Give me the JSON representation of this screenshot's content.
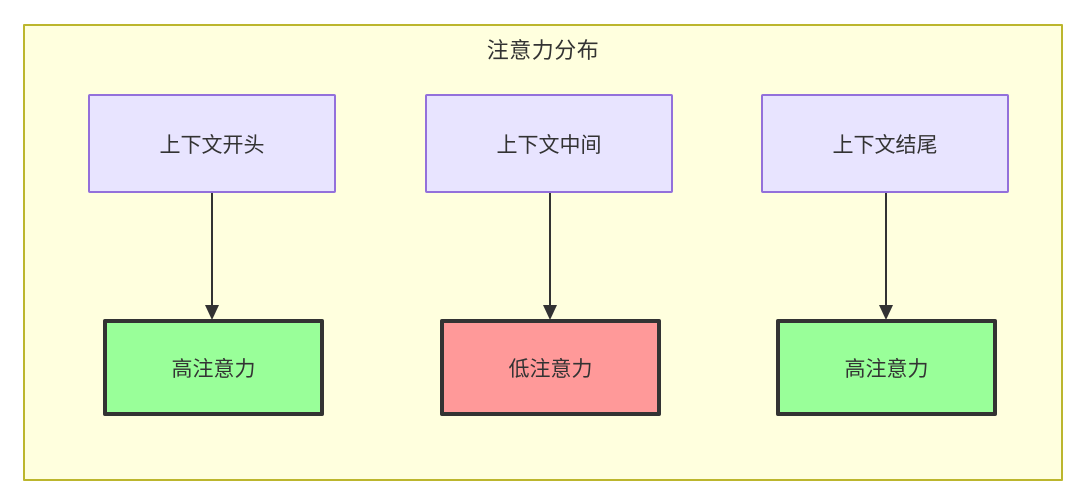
{
  "diagram": {
    "title": "注意力分布",
    "frame": {
      "fill_color": "#ffffde",
      "border_color": "#bcb62d"
    },
    "top_row": [
      {
        "id": "context-start",
        "label": "上下文开头",
        "fill_color": "#e8e4ff",
        "border_color": "#9370db"
      },
      {
        "id": "context-middle",
        "label": "上下文中间",
        "fill_color": "#e8e4ff",
        "border_color": "#9370db"
      },
      {
        "id": "context-end",
        "label": "上下文结尾",
        "fill_color": "#e8e4ff",
        "border_color": "#9370db"
      }
    ],
    "bottom_row": [
      {
        "id": "high-attention-start",
        "label": "高注意力",
        "fill_color": "#99ff99",
        "border_color": "#333333"
      },
      {
        "id": "low-attention-middle",
        "label": "低注意力",
        "fill_color": "#ff9999",
        "border_color": "#333333"
      },
      {
        "id": "high-attention-end",
        "label": "高注意力",
        "fill_color": "#99ff99",
        "border_color": "#333333"
      }
    ],
    "edges": [
      {
        "from": "context-start",
        "to": "high-attention-start",
        "style": "arrow"
      },
      {
        "from": "context-middle",
        "to": "low-attention-middle",
        "style": "arrow"
      },
      {
        "from": "context-end",
        "to": "high-attention-end",
        "style": "arrow"
      }
    ]
  }
}
